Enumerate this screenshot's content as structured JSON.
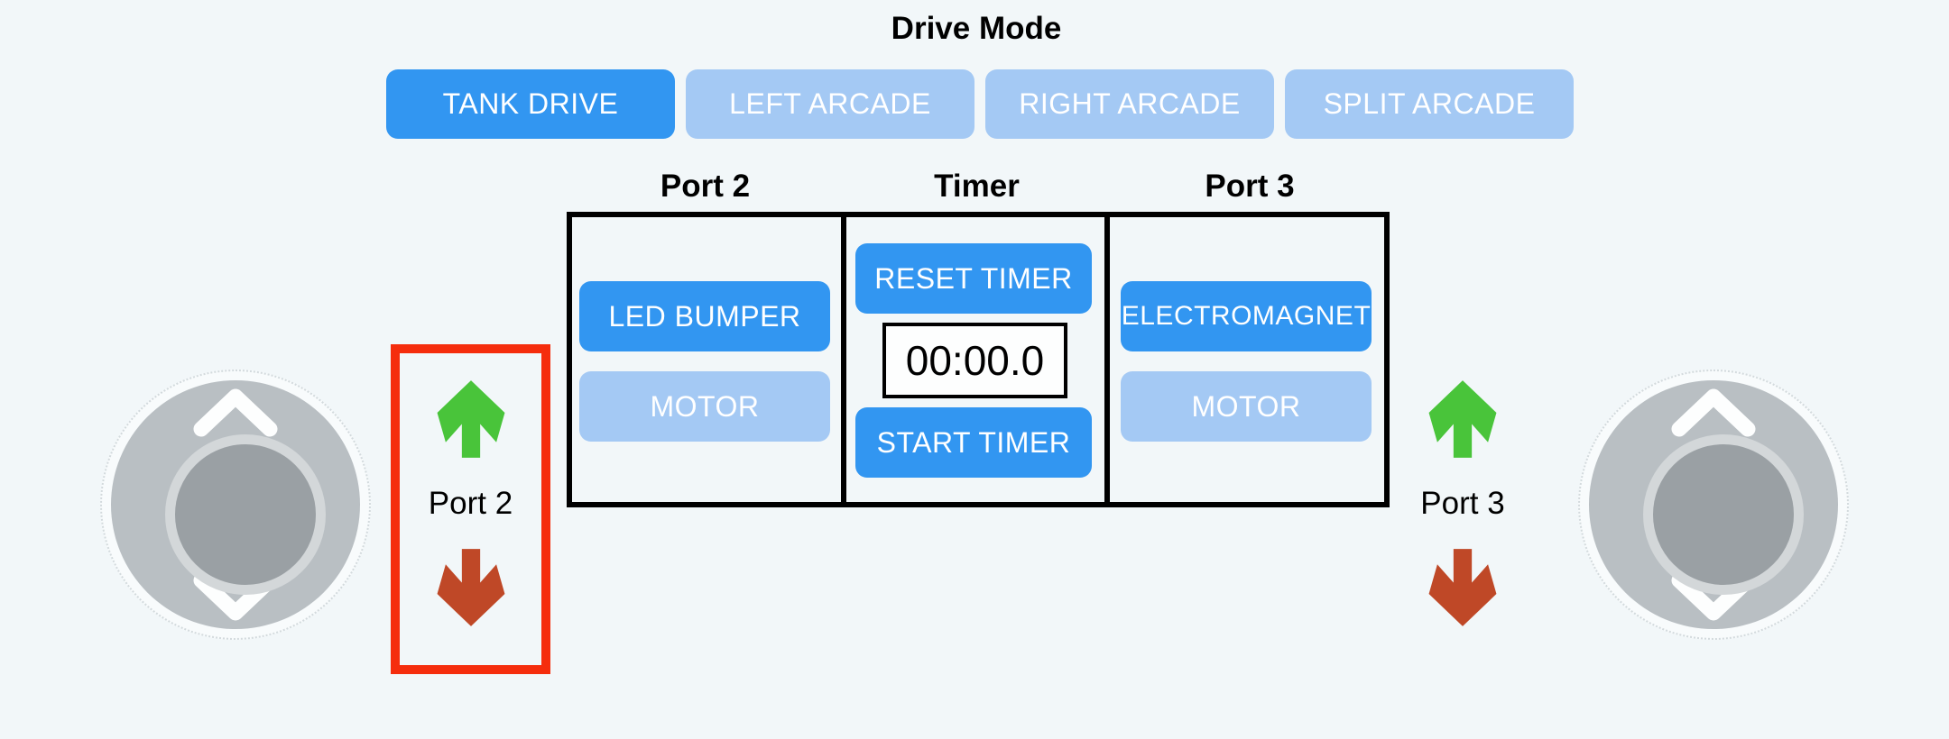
{
  "colors": {
    "background": "#f2f7f9",
    "active_blue": "#3296f1",
    "inactive_blue": "#a4c9f4",
    "button_text": "#ffffff",
    "panel_border": "#000000",
    "highlight_red": "#f52d0d",
    "arrow_up_green": "#49c43a",
    "arrow_down_red": "#bf4827"
  },
  "drive_mode": {
    "title": "Drive Mode",
    "buttons": [
      {
        "label": "TANK DRIVE",
        "active": true
      },
      {
        "label": "LEFT ARCADE",
        "active": false
      },
      {
        "label": "RIGHT ARCADE",
        "active": false
      },
      {
        "label": "SPLIT ARCADE",
        "active": false
      }
    ]
  },
  "panel": {
    "port2": {
      "header": "Port 2",
      "buttons": [
        {
          "label": "LED BUMPER",
          "active": true
        },
        {
          "label": "MOTOR",
          "active": false
        }
      ]
    },
    "timer": {
      "header": "Timer",
      "reset_label": "RESET TIMER",
      "display_value": "00:00.0",
      "start_label": "START TIMER"
    },
    "port3": {
      "header": "Port 3",
      "buttons": [
        {
          "label": "ELECTROMAGNET",
          "active": true
        },
        {
          "label": "MOTOR",
          "active": false
        }
      ]
    }
  },
  "left_control": {
    "label": "Port 2",
    "highlighted": true,
    "up_direction": "forward",
    "down_direction": "reverse"
  },
  "right_control": {
    "label": "Port 3",
    "highlighted": false,
    "up_direction": "forward",
    "down_direction": "reverse"
  }
}
